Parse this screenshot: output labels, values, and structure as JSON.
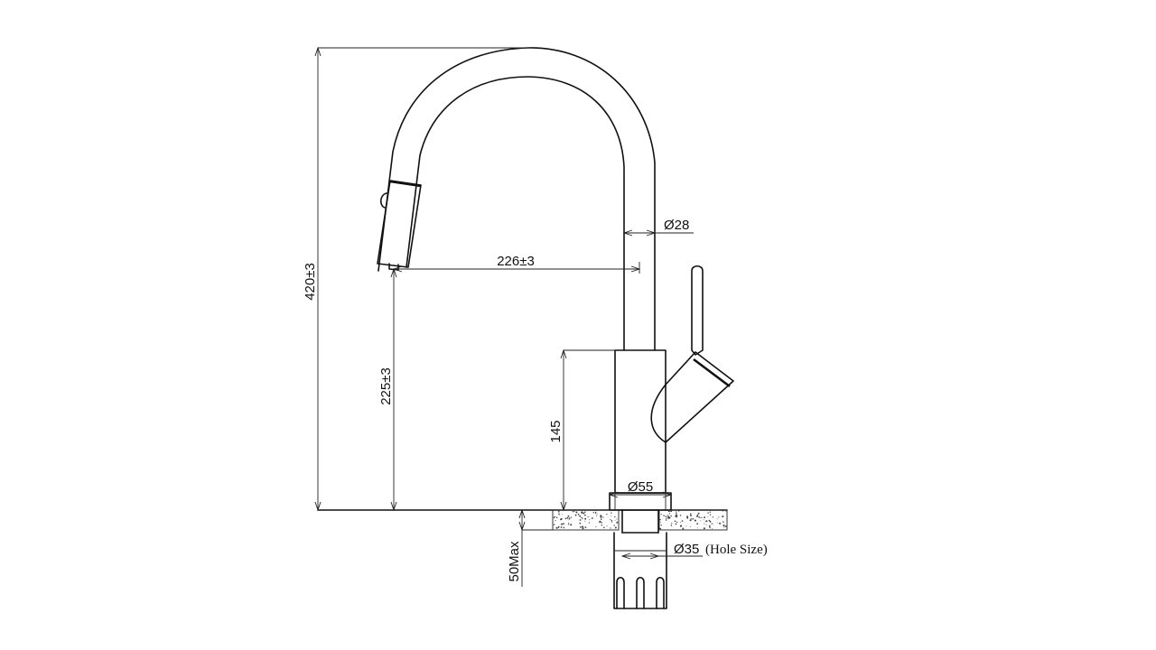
{
  "dimensions": {
    "total_height": "420±3",
    "spout_reach": "226±3",
    "spout_outlet_height": "225±3",
    "body_height": "145",
    "spout_diameter": "Ø28",
    "base_diameter": "Ø55",
    "hole_diameter": "Ø35",
    "hole_note": "(Hole Size)",
    "deck_thickness": "50Max"
  },
  "colors": {
    "line": "#111111",
    "background": "#ffffff"
  }
}
